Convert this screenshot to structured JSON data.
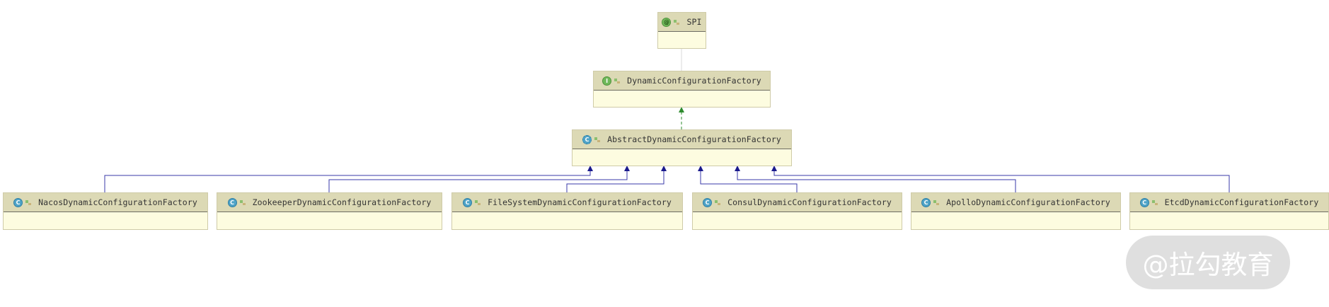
{
  "nodes": [
    {
      "id": "spi",
      "name": "SPI",
      "kind": "annotation",
      "kind_letter": "@"
    },
    {
      "id": "dcf",
      "name": "DynamicConfigurationFactory",
      "kind": "interface",
      "kind_letter": "I"
    },
    {
      "id": "adcf",
      "name": "AbstractDynamicConfigurationFactory",
      "kind": "abstract-class",
      "kind_letter": "C"
    },
    {
      "id": "nacos",
      "name": "NacosDynamicConfigurationFactory",
      "kind": "class",
      "kind_letter": "C"
    },
    {
      "id": "zk",
      "name": "ZookeeperDynamicConfigurationFactory",
      "kind": "class",
      "kind_letter": "C"
    },
    {
      "id": "fs",
      "name": "FileSystemDynamicConfigurationFactory",
      "kind": "class",
      "kind_letter": "C"
    },
    {
      "id": "consul",
      "name": "ConsulDynamicConfigurationFactory",
      "kind": "class",
      "kind_letter": "C"
    },
    {
      "id": "apollo",
      "name": "ApolloDynamicConfigurationFactory",
      "kind": "class",
      "kind_letter": "C"
    },
    {
      "id": "etcd",
      "name": "EtcdDynamicConfigurationFactory",
      "kind": "class",
      "kind_letter": "C"
    }
  ],
  "edges": [
    {
      "from": "dcf",
      "to": "spi",
      "type": "annotated-by"
    },
    {
      "from": "adcf",
      "to": "dcf",
      "type": "implements"
    },
    {
      "from": "nacos",
      "to": "adcf",
      "type": "extends"
    },
    {
      "from": "zk",
      "to": "adcf",
      "type": "extends"
    },
    {
      "from": "fs",
      "to": "adcf",
      "type": "extends"
    },
    {
      "from": "consul",
      "to": "adcf",
      "type": "extends"
    },
    {
      "from": "apollo",
      "to": "adcf",
      "type": "extends"
    },
    {
      "from": "etcd",
      "to": "adcf",
      "type": "extends"
    }
  ],
  "colors": {
    "node_fill": "#fdfce0",
    "header_fill": "#dcd9b5",
    "extends_edge": "#3a3aa8",
    "implements_edge": "#2e8b2e",
    "annotation_edge": "#cccccc"
  },
  "watermark": {
    "text": "@拉勾教育"
  }
}
